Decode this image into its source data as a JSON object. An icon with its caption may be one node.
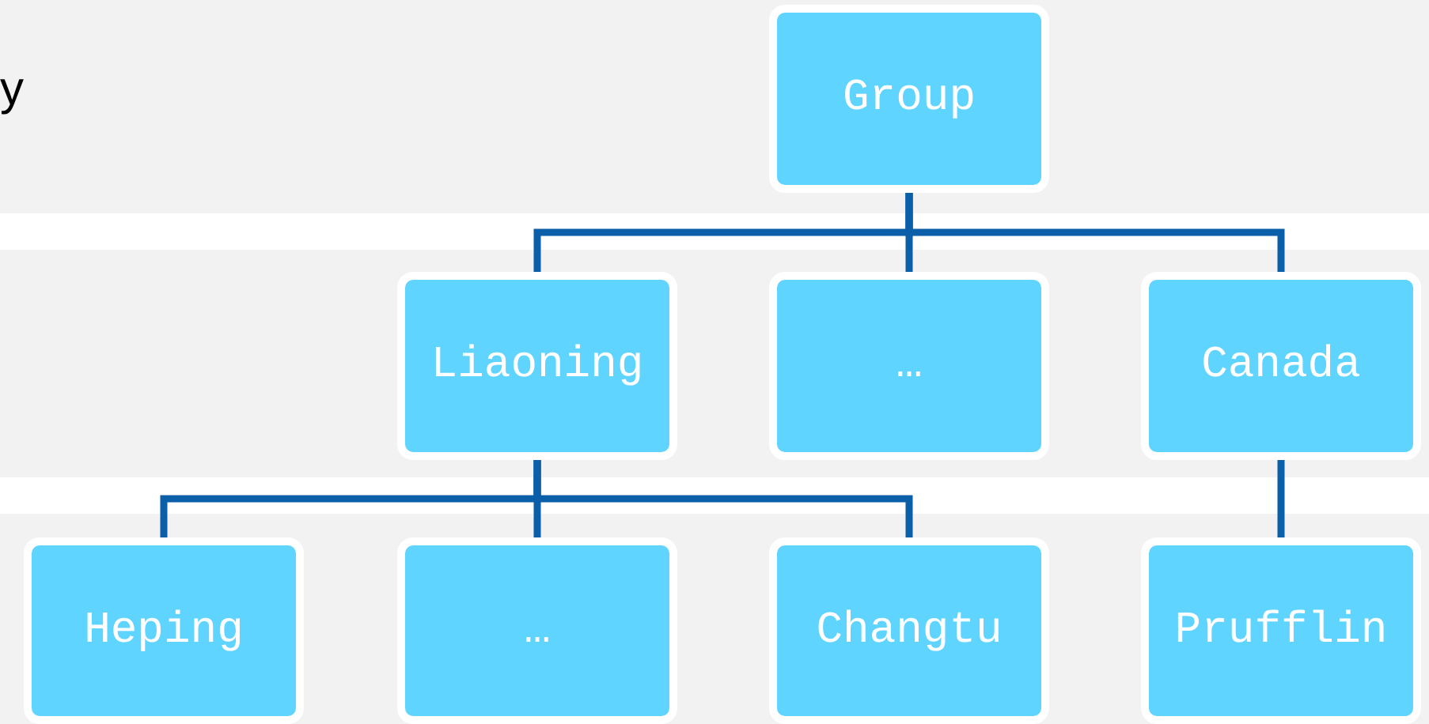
{
  "diagram": {
    "nodes": [
      {
        "text": [
          "Group"
        ]
      },
      {
        "text": [
          "Liaoning"
        ]
      },
      {
        "text": [
          "…"
        ]
      },
      {
        "text": [
          "Canada"
        ]
      },
      {
        "text": [
          "Heping"
        ]
      },
      {
        "text": [
          "…"
        ]
      },
      {
        "text": [
          "Changtu"
        ]
      },
      {
        "text": [
          "Prufflin"
        ]
      }
    ],
    "edges": [
      {
        "from": 0,
        "to": 1,
        "arrow": "none"
      },
      {
        "from": 0,
        "to": 2,
        "arrow": "none"
      },
      {
        "from": 0,
        "to": 3,
        "arrow": "none"
      },
      {
        "from": 1,
        "to": 4,
        "arrow": "none"
      },
      {
        "from": 1,
        "to": 5,
        "arrow": "none"
      },
      {
        "from": 1,
        "to": 6,
        "arrow": "none"
      },
      {
        "from": 3,
        "to": 7,
        "arrow": "none"
      }
    ],
    "labels": [
      "y"
    ]
  }
}
